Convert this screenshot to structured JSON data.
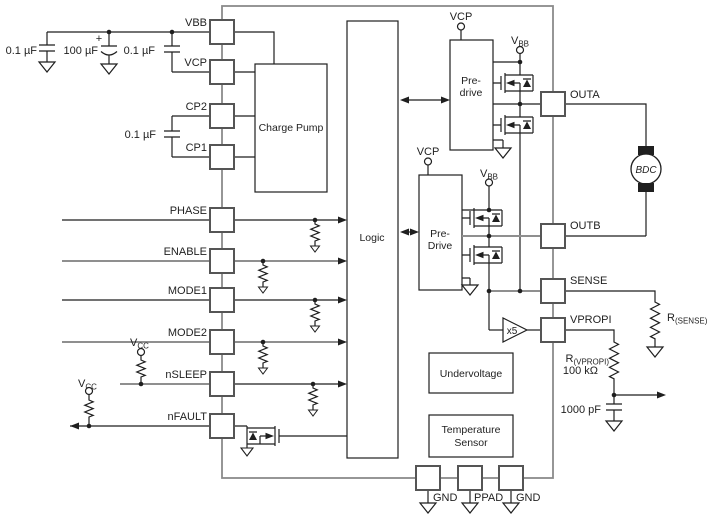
{
  "colors": {
    "background": "#ffffff",
    "line": "#1f1f1f",
    "chip_outline": "#8a8a8a",
    "pin_border": "#555555"
  },
  "chip": {
    "blocks": {
      "charge_pump": "Charge Pump",
      "logic": "Logic",
      "predrive_a": {
        "line1": "Pre-",
        "line2": "drive"
      },
      "predrive_b": {
        "line1": "Pre-",
        "line2": "Drive"
      },
      "undervoltage": "Undervoltage",
      "temperature_sensor": {
        "line1": "Temperature",
        "line2": "Sensor"
      }
    },
    "pins": {
      "vbb": "VBB",
      "vcp": "VCP",
      "cp2": "CP2",
      "cp1": "CP1",
      "phase": "PHASE",
      "enable": "ENABLE",
      "mode1": "MODE1",
      "mode2": "MODE2",
      "nsleep": "nSLEEP",
      "nfault": "nFAULT",
      "outa": "OUTA",
      "outb": "OUTB",
      "sense": "SENSE",
      "vpropi": "VPROPI",
      "gnd_left": "GND",
      "ppad": "PPAD",
      "gnd_right": "GND"
    },
    "nets": {
      "vcp_a": "VCP",
      "vcp_b": "VCP",
      "vbb_a": {
        "main": "V",
        "sub": "BB"
      },
      "vbb_b": {
        "main": "V",
        "sub": "BB"
      },
      "amp_gain": "x5"
    }
  },
  "external": {
    "cap_vbb_small": "0.1 µF",
    "cap_vbb_bulk": "100 µF",
    "cap_vbb_bulk_polarity": "+",
    "cap_vcp": "0.1 µF",
    "cap_charge_pump": "0.1 µF",
    "pullup_nsleep": {
      "main": "V",
      "sub": "CC"
    },
    "pullup_nfault": {
      "main": "V",
      "sub": "CC"
    },
    "motor": "BDC",
    "r_sense": {
      "main": "R",
      "sub": "(SENSE)"
    },
    "r_vpropi": {
      "main": "R",
      "sub": "(VPROPI)",
      "value": "100 kΩ"
    },
    "c_vpropi": "1000 pF"
  }
}
